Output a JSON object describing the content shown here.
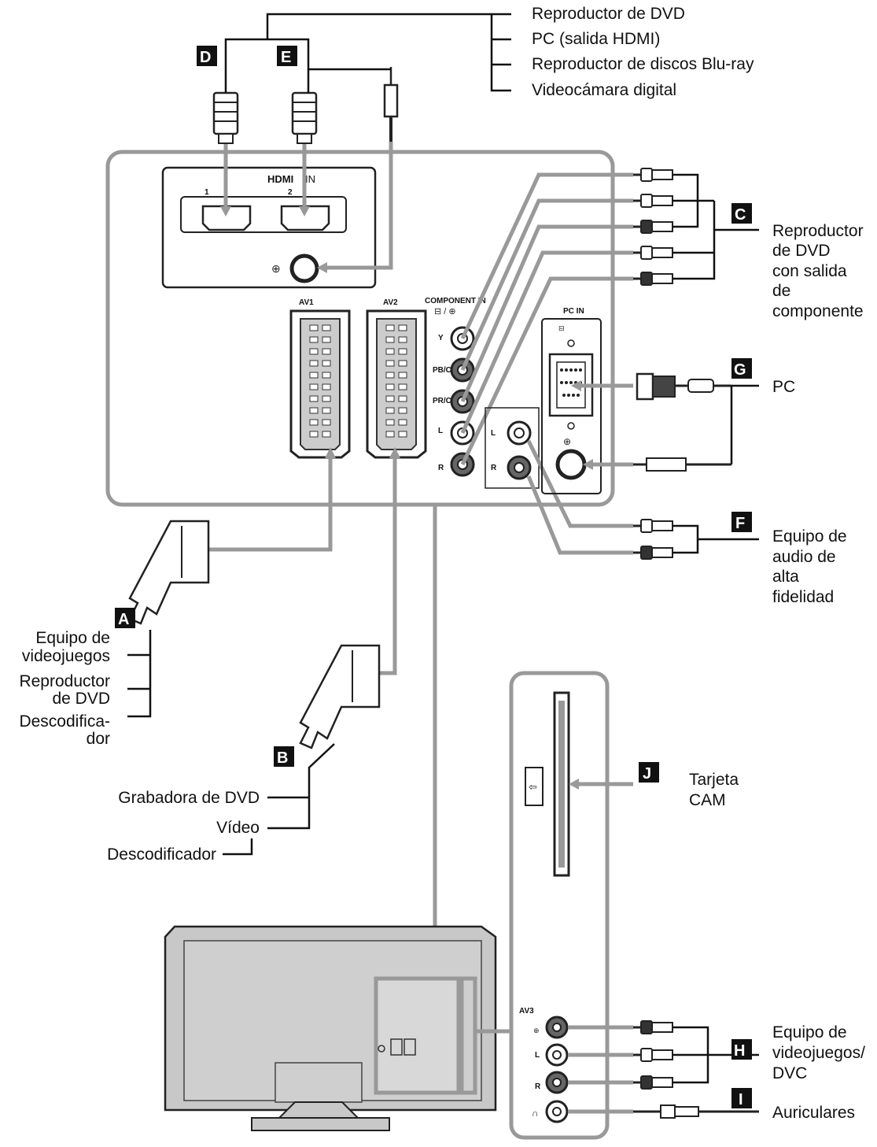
{
  "panel": {
    "hdmi_label": "HDMI",
    "hdmi_in": "IN",
    "hdmi_port1": "1",
    "hdmi_port2": "2",
    "component_label": "COMPONENT IN",
    "component_y": "Y",
    "component_pb": "PB/CB",
    "component_pr": "PR/CR",
    "audio_l": "L",
    "audio_r": "R",
    "av1_label": "AV1",
    "av2_label": "AV2",
    "pcin_label": "PC IN",
    "av3_label": "AV3",
    "av3_l": "L",
    "av3_r": "R"
  },
  "callouts": {
    "A": "A",
    "B": "B",
    "C": "C",
    "D": "D",
    "E": "E",
    "F": "F",
    "G": "G",
    "H": "H",
    "I": "I",
    "J": "J"
  },
  "devices": {
    "hdmi_list": [
      "Reproductor de DVD",
      "PC (salida HDMI)",
      "Reproductor de discos Blu-ray",
      "Videocámara digital"
    ],
    "component_dvd": [
      "Reproductor",
      "de DVD",
      "con salida",
      "de",
      "componente"
    ],
    "pc": "PC",
    "hifi": [
      "Equipo de",
      "audio de",
      "alta",
      "fidelidad"
    ],
    "av1_list": [
      "Equipo de",
      "videojuegos",
      "Reproductor",
      "de DVD",
      "Descodifica-",
      "dor"
    ],
    "av2_list": [
      "Grabadora de DVD",
      "Vídeo",
      "Descodificador"
    ],
    "cam": [
      "Tarjeta",
      "CAM"
    ],
    "av3_device": [
      "Equipo de",
      "videojuegos/",
      "DVC"
    ],
    "headphones": "Auriculares"
  },
  "colors": {
    "line_gray": "#999999",
    "line_black": "#111111",
    "tv_fill": "#c8c8c8"
  }
}
